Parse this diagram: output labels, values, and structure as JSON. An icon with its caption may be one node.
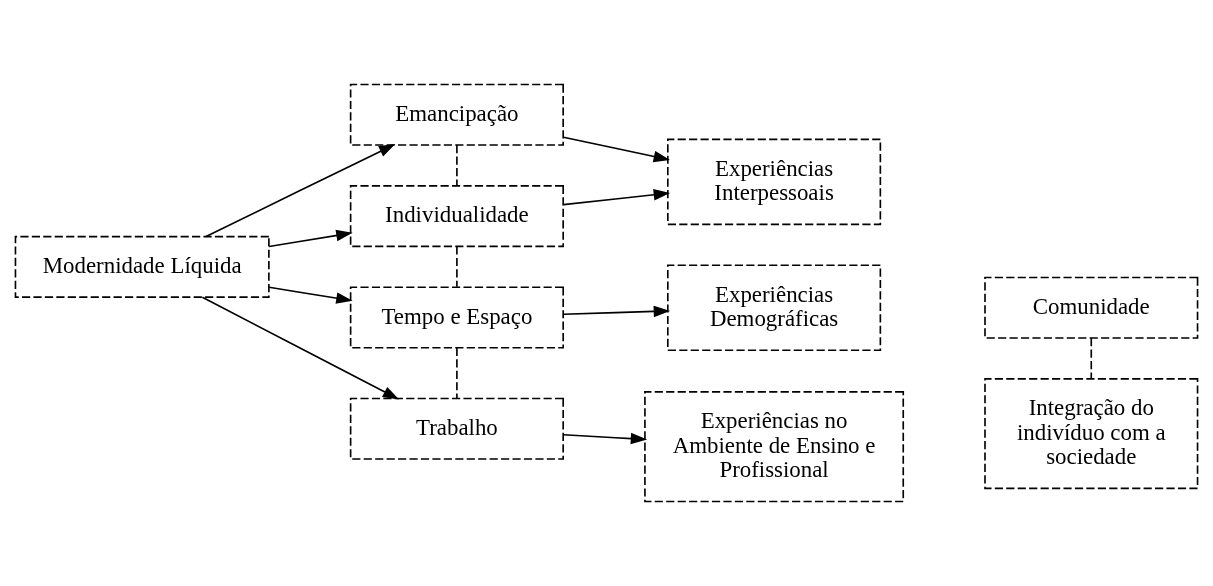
{
  "diagram": {
    "nodes": [
      {
        "text": [
          "Modernidade Líquida"
        ]
      },
      {
        "text": [
          "Emancipação"
        ]
      },
      {
        "text": [
          "Individualidade"
        ]
      },
      {
        "text": [
          "Tempo e Espaço"
        ]
      },
      {
        "text": [
          "Trabalho"
        ]
      },
      {
        "text": [
          "Experiências Interpessoais"
        ]
      },
      {
        "text": [
          "Experiências Demográficas"
        ]
      },
      {
        "text": [
          "Experiências no Ambiente de Ensino e Profissional"
        ]
      },
      {
        "text": [
          "Comunidade"
        ]
      },
      {
        "text": [
          "Integração do indivíduo com a sociedade"
        ]
      }
    ],
    "edges": [
      {
        "from": 0,
        "to": 1,
        "arrow": "to"
      },
      {
        "from": 0,
        "to": 2,
        "arrow": "to"
      },
      {
        "from": 0,
        "to": 3,
        "arrow": "to"
      },
      {
        "from": 0,
        "to": 4,
        "arrow": "to"
      },
      {
        "from": 1,
        "to": 5,
        "arrow": "to"
      },
      {
        "from": 2,
        "to": 5,
        "arrow": "to"
      },
      {
        "from": 3,
        "to": 6,
        "arrow": "to"
      },
      {
        "from": 4,
        "to": 7,
        "arrow": "to"
      },
      {
        "from": 1,
        "to": 2,
        "arrow": "none",
        "style": "dashed"
      },
      {
        "from": 2,
        "to": 3,
        "arrow": "none",
        "style": "dashed"
      },
      {
        "from": 3,
        "to": 4,
        "arrow": "none",
        "style": "dashed"
      },
      {
        "from": 8,
        "to": 9,
        "arrow": "none",
        "style": "dashed"
      }
    ]
  }
}
